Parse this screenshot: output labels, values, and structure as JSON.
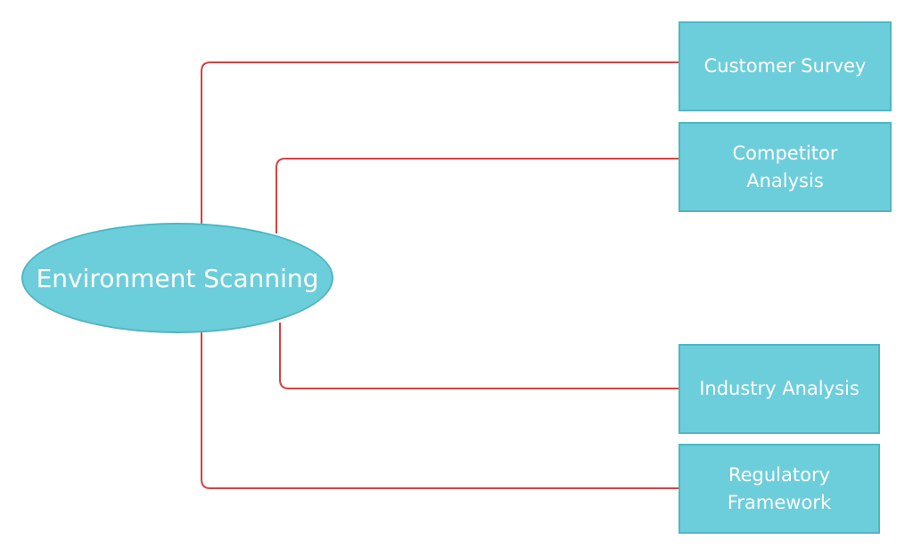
{
  "diagram": {
    "root": {
      "label": "Environment Scanning"
    },
    "branches": [
      {
        "label": "Customer Survey"
      },
      {
        "label": "Competitor Analysis"
      },
      {
        "label": "Industry Analysis"
      },
      {
        "label": "Regulatory Framework"
      }
    ]
  },
  "colors": {
    "node_fill": "#6dcedb",
    "node_border": "#4fb6c4",
    "node_text": "#ffffff",
    "connector": "#d9423f"
  }
}
